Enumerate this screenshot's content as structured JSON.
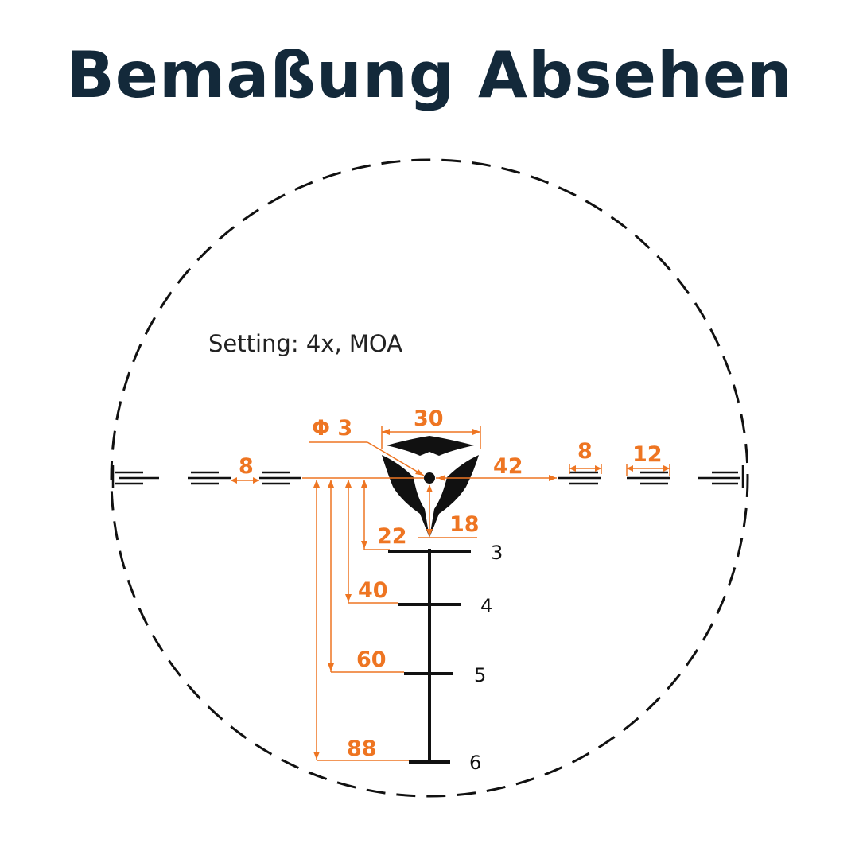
{
  "title": "Bemaßung Absehen",
  "setting_label": "Setting: 4x, MOA",
  "colors": {
    "dimension": "#ee7522",
    "reticle": "#111111",
    "title": "#13293a"
  },
  "dimensions": {
    "dot_diameter": "Φ 3",
    "chevron_width": "30",
    "center_to_bar": "42",
    "bar_gap_left": "8",
    "bar_gap_right": "8",
    "bar_length": "12",
    "chevron_height": "18",
    "drop_3": "22",
    "drop_4": "40",
    "drop_5": "60",
    "drop_6": "88"
  },
  "stadia_labels": [
    "3",
    "4",
    "5",
    "6"
  ]
}
